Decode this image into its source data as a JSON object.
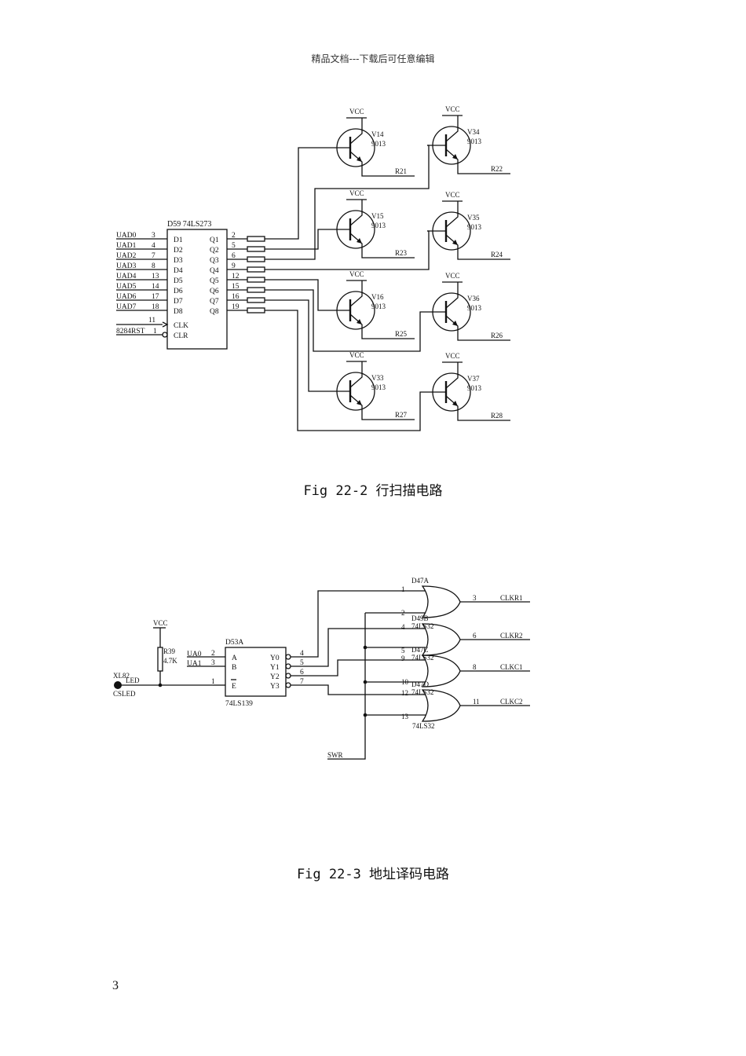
{
  "header": {
    "text": "精品文档---下载后可任意编辑"
  },
  "figure1": {
    "caption": "Fig 22-2 行扫描电路",
    "chip": {
      "ref": "D59",
      "part": "74LS273",
      "inputs": [
        {
          "net": "UAD0",
          "pin": "3",
          "name": "D1"
        },
        {
          "net": "UAD1",
          "pin": "4",
          "name": "D2"
        },
        {
          "net": "UAD2",
          "pin": "7",
          "name": "D3"
        },
        {
          "net": "UAD3",
          "pin": "8",
          "name": "D4"
        },
        {
          "net": "UAD4",
          "pin": "13",
          "name": "D5"
        },
        {
          "net": "UAD5",
          "pin": "14",
          "name": "D6"
        },
        {
          "net": "UAD6",
          "pin": "17",
          "name": "D7"
        },
        {
          "net": "UAD7",
          "pin": "18",
          "name": "D8"
        }
      ],
      "clk": {
        "pin": "11",
        "name": "CLK"
      },
      "clr": {
        "net": "8284RST",
        "pin": "1",
        "name": "CLR"
      },
      "outputs": [
        {
          "pin": "2",
          "name": "Q1"
        },
        {
          "pin": "5",
          "name": "Q2"
        },
        {
          "pin": "6",
          "name": "Q3"
        },
        {
          "pin": "9",
          "name": "Q4"
        },
        {
          "pin": "12",
          "name": "Q5"
        },
        {
          "pin": "15",
          "name": "Q6"
        },
        {
          "pin": "16",
          "name": "Q7"
        },
        {
          "pin": "19",
          "name": "Q8"
        }
      ]
    },
    "transistors": [
      {
        "ref": "V14",
        "part": "9013",
        "supply": "VCC",
        "res": "R21"
      },
      {
        "ref": "V34",
        "part": "9013",
        "supply": "VCC",
        "res": "R22"
      },
      {
        "ref": "V15",
        "part": "9013",
        "supply": "VCC",
        "res": "R23"
      },
      {
        "ref": "V35",
        "part": "9013",
        "supply": "VCC",
        "res": "R24"
      },
      {
        "ref": "V16",
        "part": "9013",
        "supply": "VCC",
        "res": "R25"
      },
      {
        "ref": "V36",
        "part": "9013",
        "supply": "VCC",
        "res": "R26"
      },
      {
        "ref": "V33",
        "part": "9013",
        "supply": "VCC",
        "res": "R27"
      },
      {
        "ref": "V37",
        "part": "9013",
        "supply": "VCC",
        "res": "R28"
      }
    ]
  },
  "figure2": {
    "caption": "Fig 22-3 地址译码电路",
    "led": {
      "ref": "XL82",
      "label": "LED",
      "net": "CSLED"
    },
    "resistor": {
      "ref": "R39",
      "value": "4.7K",
      "supply": "VCC"
    },
    "decoder": {
      "ref": "D53A",
      "part": "74LS139",
      "inputs": [
        {
          "net": "UA0",
          "pin": "2",
          "name": "A"
        },
        {
          "net": "UA1",
          "pin": "3",
          "name": "B"
        },
        {
          "net": "",
          "pin": "1",
          "name": "E"
        }
      ],
      "outputs": [
        {
          "pin": "4",
          "name": "Y0"
        },
        {
          "pin": "5",
          "name": "Y1"
        },
        {
          "pin": "6",
          "name": "Y2"
        },
        {
          "pin": "7",
          "name": "Y3"
        }
      ]
    },
    "gates": [
      {
        "ref": "D47A",
        "part": "",
        "in1": "1",
        "in2": "2",
        "out": "3",
        "net": "CLKR1"
      },
      {
        "ref": "D49B",
        "part": "74LS32",
        "in1": "4",
        "in2": "5",
        "out": "6",
        "net": "CLKR2"
      },
      {
        "ref": "D47C",
        "part": "74LS32",
        "in1": "9",
        "in2": "10",
        "out": "8",
        "net": "CLKC1"
      },
      {
        "ref": "D47D",
        "part": "74LS32",
        "in1": "12",
        "in2": "13",
        "out": "11",
        "net": "CLKC2"
      }
    ],
    "bottom_part": "74LS32",
    "swr": "SWR"
  },
  "page_number": "3"
}
